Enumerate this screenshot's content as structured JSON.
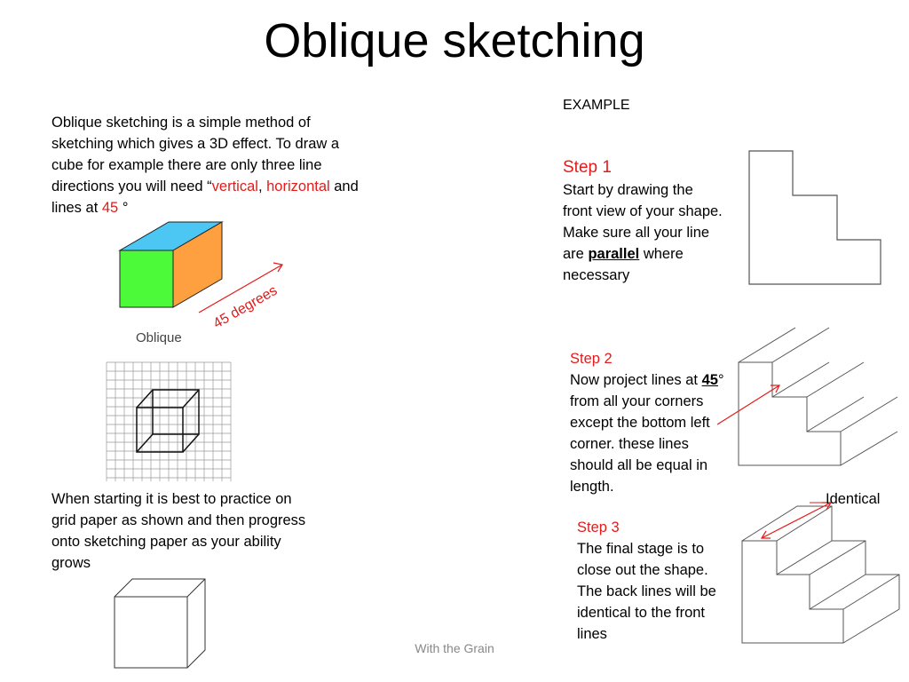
{
  "title": "Oblique sketching",
  "intro": {
    "part1": "Oblique sketching is a simple method of sketching which gives a 3D effect. To draw a cube for example there are only three line directions you will need “",
    "vertical": "vertical",
    "comma": ",",
    "horizontal": "horizontal",
    "and_lines_at": " and lines at ",
    "angle": "45",
    "degree": " °"
  },
  "cube_figure": {
    "caption": "Oblique",
    "angle_label": "45 degrees",
    "colors": {
      "front": "#4dfa3a",
      "top": "#4cc6f2",
      "side": "#ffa040"
    }
  },
  "practice_text": "When starting it is best to practice on grid paper as shown and then progress onto sketching paper as your ability grows",
  "example_label": "EXAMPLE",
  "step1": {
    "title": "Step 1",
    "text_a": "Start by drawing the front view of your shape. Make sure all your line are ",
    "bold": "parallel",
    "text_b": " where necessary"
  },
  "step2": {
    "title": "Step 2",
    "text_a": "Now project lines at ",
    "bold": "45",
    "text_b": "° from all your corners except the bottom left corner. these lines should all be equal in length."
  },
  "step3": {
    "title": "Step 3",
    "text": "The final stage is to close out the shape. The back lines will be identical to the front lines"
  },
  "identical_label": "Identical",
  "footer": "With the Grain",
  "accent_color": "#e31b1b"
}
